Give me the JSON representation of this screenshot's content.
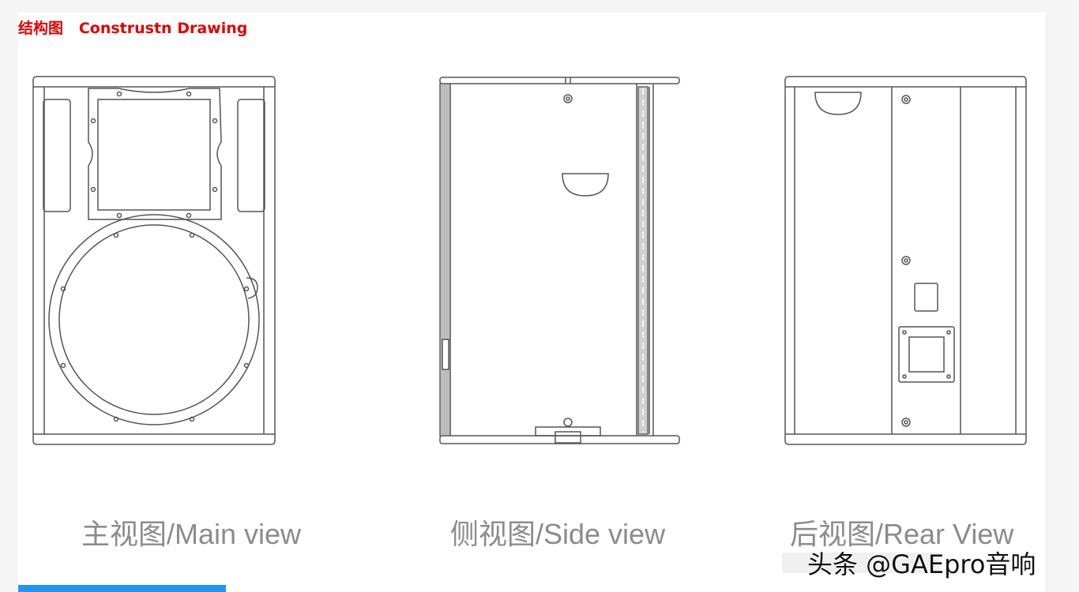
{
  "header": {
    "title": "结构图   Construstn Drawing"
  },
  "views": {
    "main_caption": "主视图/Main view",
    "side_caption": "侧视图/Side view",
    "rear_caption": "后视图/Rear View"
  },
  "watermark": {
    "text": "头条 @GAEpro音响"
  },
  "colors": {
    "title": "#e00000",
    "line": "#555555",
    "caption": "#8c8c8c",
    "bar": "#2196f3"
  }
}
